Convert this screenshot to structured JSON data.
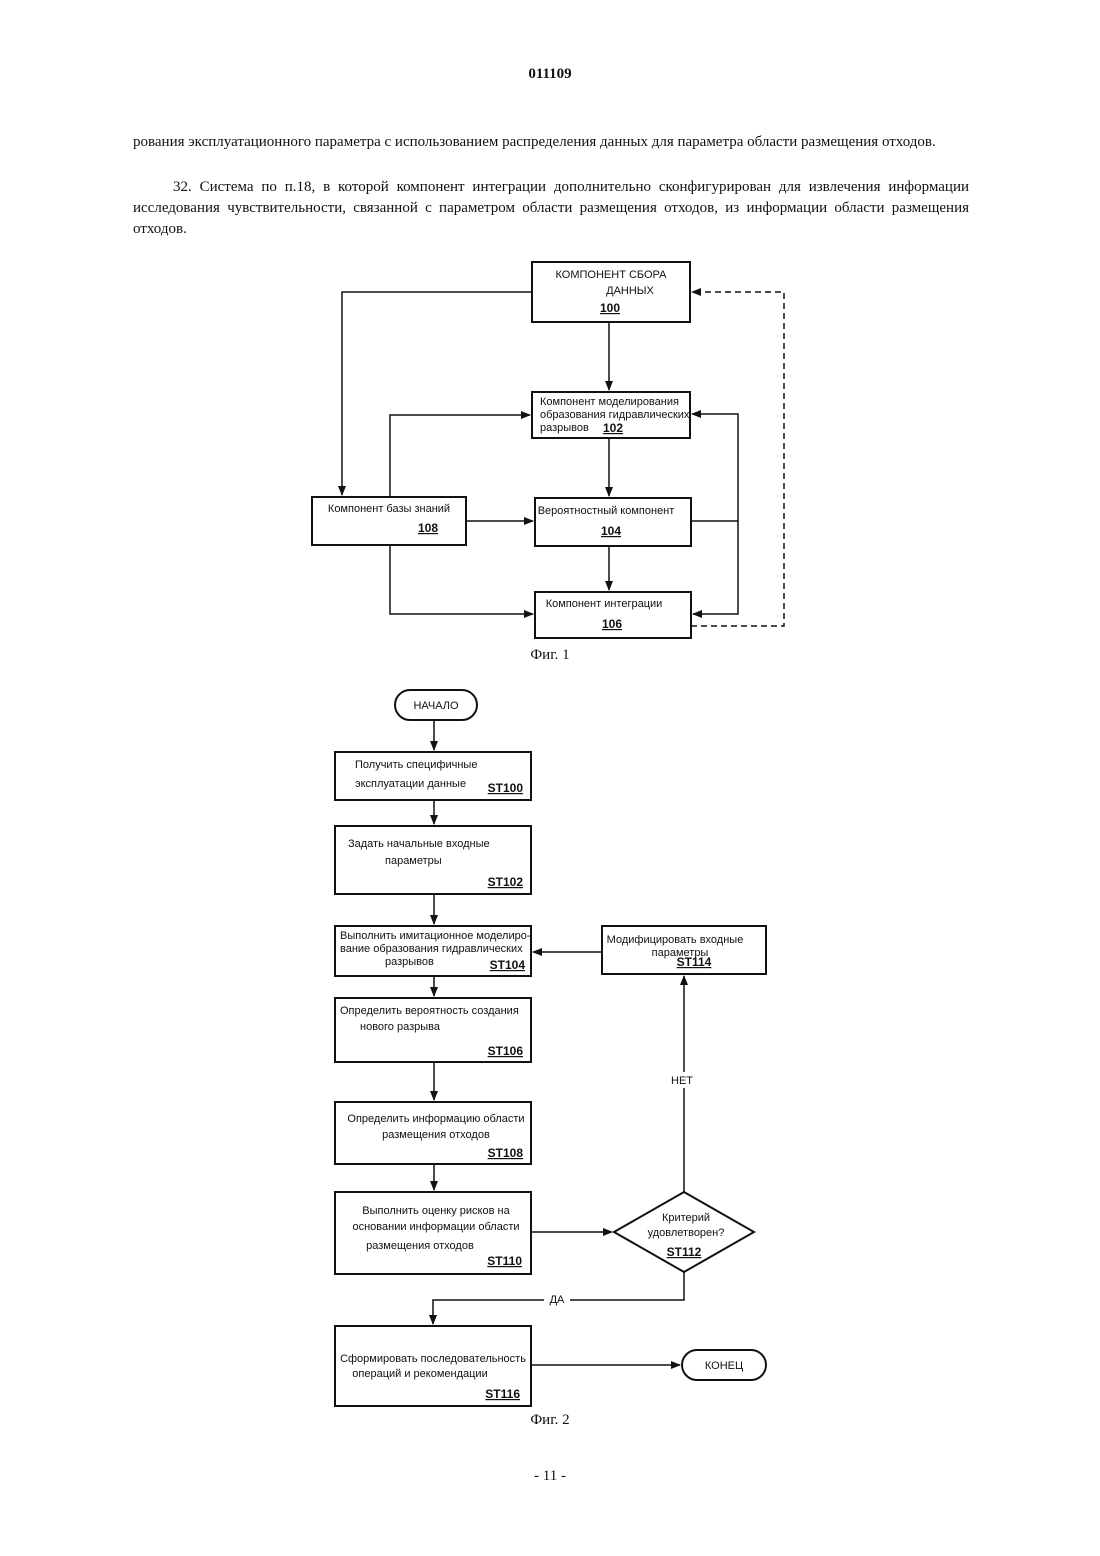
{
  "header": {
    "doc_number": "011109"
  },
  "body": {
    "p1": "рования эксплуатационного параметра с использованием распределения данных для параметра области размещения отходов.",
    "p2": "32. Система по п.18, в которой компонент интеграции дополнительно сконфигурирован для извлечения информации исследования чувствительности, связанной с параметром области размещения отходов, из информации области размещения отходов."
  },
  "fig1": {
    "caption": "Фиг. 1",
    "n100": {
      "line1": "КОМПОНЕНТ СБОРА",
      "line2": "ДАННЫХ",
      "num": "100"
    },
    "n102": {
      "line1": "Компонент моделирования",
      "line2": "образования гидравлических",
      "line3": "разрывов",
      "num": "102"
    },
    "n108": {
      "line1": "Компонент базы знаний",
      "num": "108"
    },
    "n104": {
      "line1": "Вероятностный компонент",
      "num": "104"
    },
    "n106": {
      "line1": "Компонент интеграции",
      "num": "106"
    }
  },
  "fig2": {
    "caption": "Фиг. 2",
    "start": "НАЧАЛО",
    "end": "КОНЕЦ",
    "st100": {
      "line1": "Получить специфичные",
      "line2": "эксплуатации данные",
      "num": "ST100"
    },
    "st102": {
      "line1": "Задать начальные входные",
      "line2": "параметры",
      "num": "ST102"
    },
    "st104": {
      "line1": "Выполнить имитационное моделиро-",
      "line2": "вание образования гидравлических",
      "line3": "разрывов",
      "num": "ST104"
    },
    "st106": {
      "line1": "Определить вероятность создания",
      "line2": "нового разрыва",
      "num": "ST106"
    },
    "st108": {
      "line1": "Определить информацию области",
      "line2": "размещения отходов",
      "num": "ST108"
    },
    "st110": {
      "line1": "Выполнить оценку рисков на",
      "line2": "основании информации области",
      "line3": "размещения отходов",
      "num": "ST110"
    },
    "st112": {
      "line1": "Критерий",
      "line2": "удовлетворен?",
      "num": "ST112"
    },
    "st114": {
      "line1": "Модифицировать входные",
      "line2": "параметры",
      "num": "ST114"
    },
    "st116": {
      "line1": "Сформировать последовательность",
      "line2": "операций и рекомендации",
      "num": "ST116"
    },
    "label_no": "НЕТ",
    "label_yes": "ДА"
  },
  "footer": {
    "page_number": "- 11 -"
  }
}
